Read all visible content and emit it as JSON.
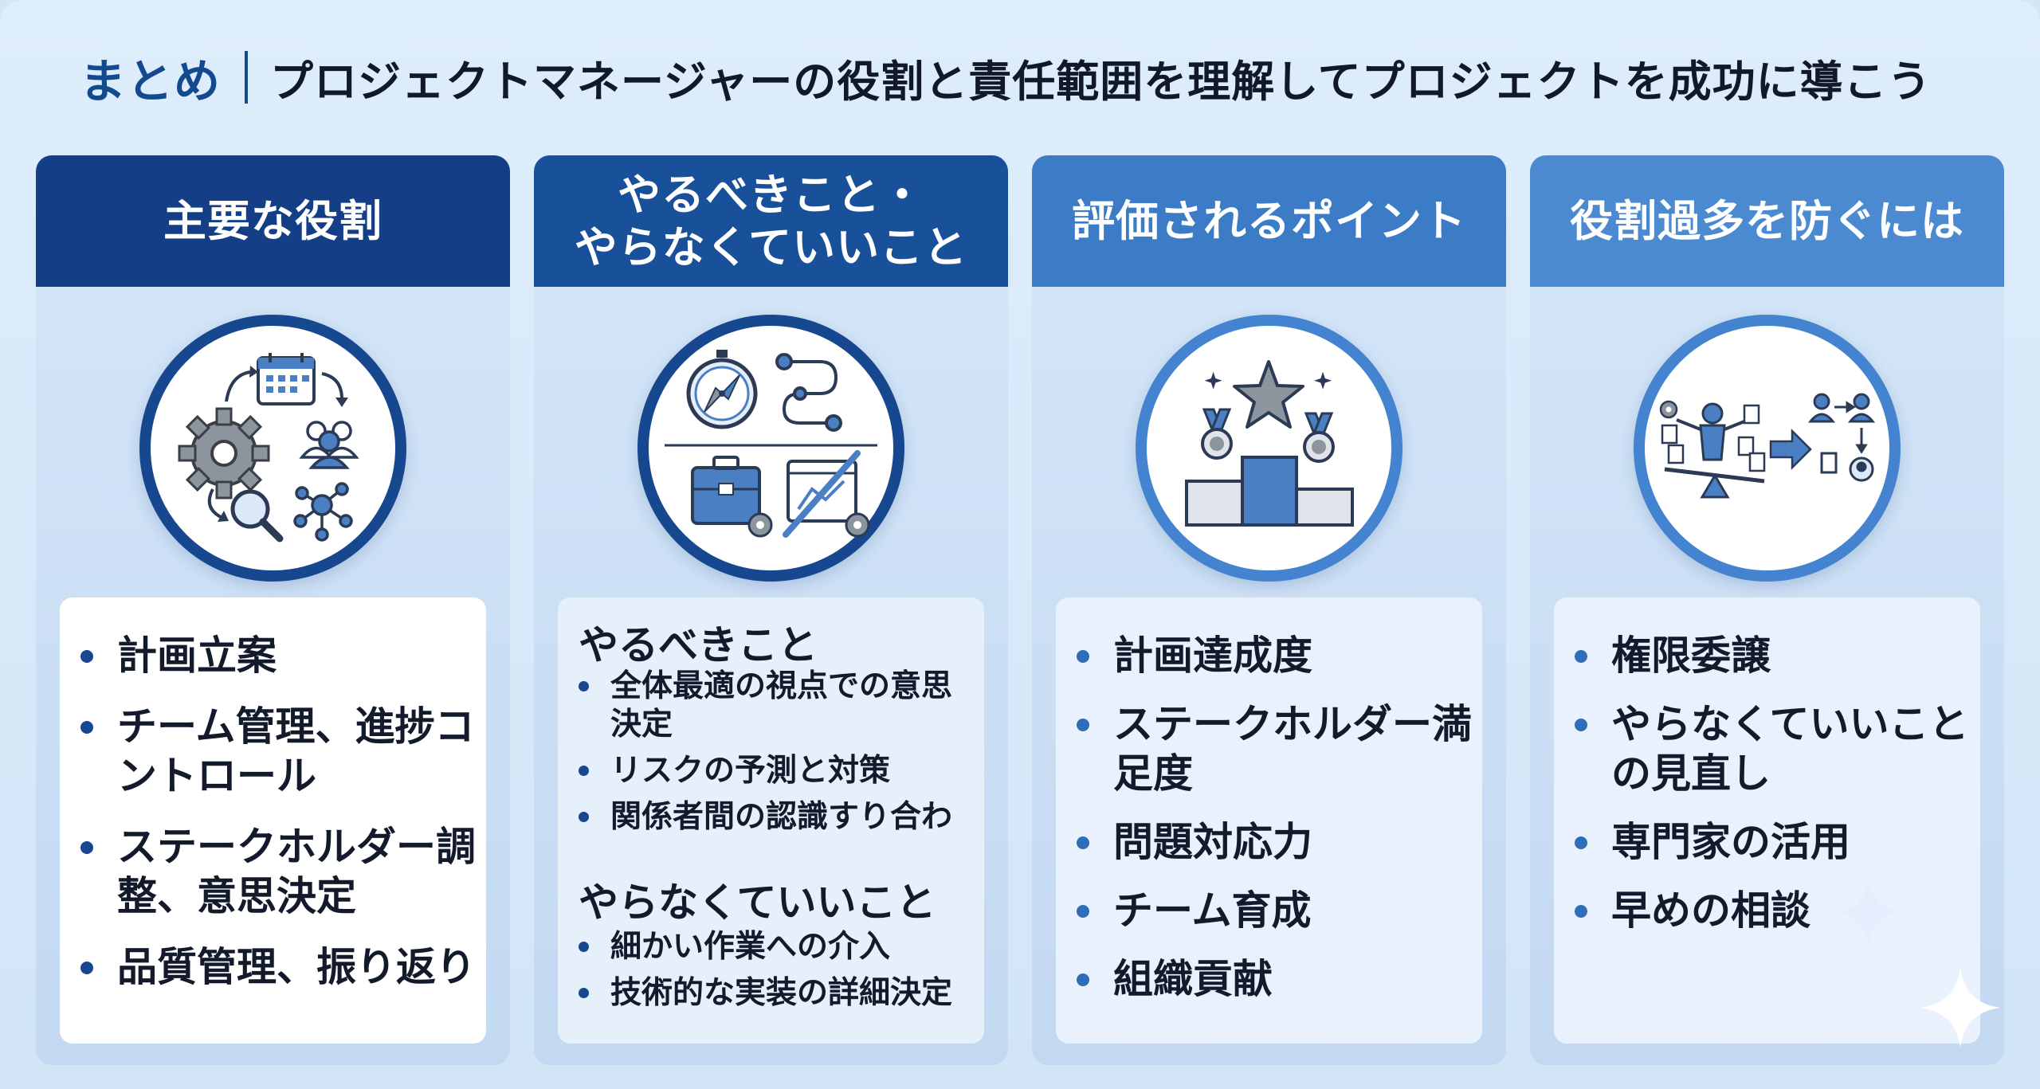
{
  "header": {
    "prefix": "まとめ",
    "title": "プロジェクトマネージャーの役割と責任範囲を理解してプロジェクトを成功に導こう"
  },
  "columns": [
    {
      "heading_lines": [
        "主要な役割"
      ],
      "icon": "gear-calendar-team-search-network-icon",
      "items": [
        "計画立案",
        "チーム管理、進捗コントロール",
        "ステークホルダー調整、意思決定",
        "品質管理、振り返り"
      ]
    },
    {
      "heading_lines": [
        "やるべきこと・",
        "やらなくていいこと"
      ],
      "icon": "compass-flow-toolbox-crossed-screen-icon",
      "todo_heading": "やるべきこと",
      "todo_items": [
        "全体最適の視点での意思決定",
        "リスクの予測と対策",
        "関係者間の認識すり合わ"
      ],
      "nottodo_heading": "やらなくていいこと",
      "nottodo_items": [
        "細かい作業への介入",
        "技術的な実装の詳細決定"
      ]
    },
    {
      "heading_lines": [
        "評価されるポイント"
      ],
      "icon": "podium-star-medals-icon",
      "items": [
        "計画達成度",
        "ステークホルダー満足度",
        "問題対応力",
        "チーム育成",
        "組織貢献"
      ]
    },
    {
      "heading_lines": [
        "役割過多を防ぐには"
      ],
      "icon": "balance-delegation-icon",
      "items": [
        "権限委譲",
        "やらなくていいことの見直し",
        "専門家の活用",
        "早めの相談"
      ]
    }
  ],
  "colors": {
    "navy": "#143f86",
    "blue": "#18509a",
    "mid_blue": "#3c7cc7",
    "light_blue": "#4b8ad0",
    "background": "#d3e6f7"
  }
}
